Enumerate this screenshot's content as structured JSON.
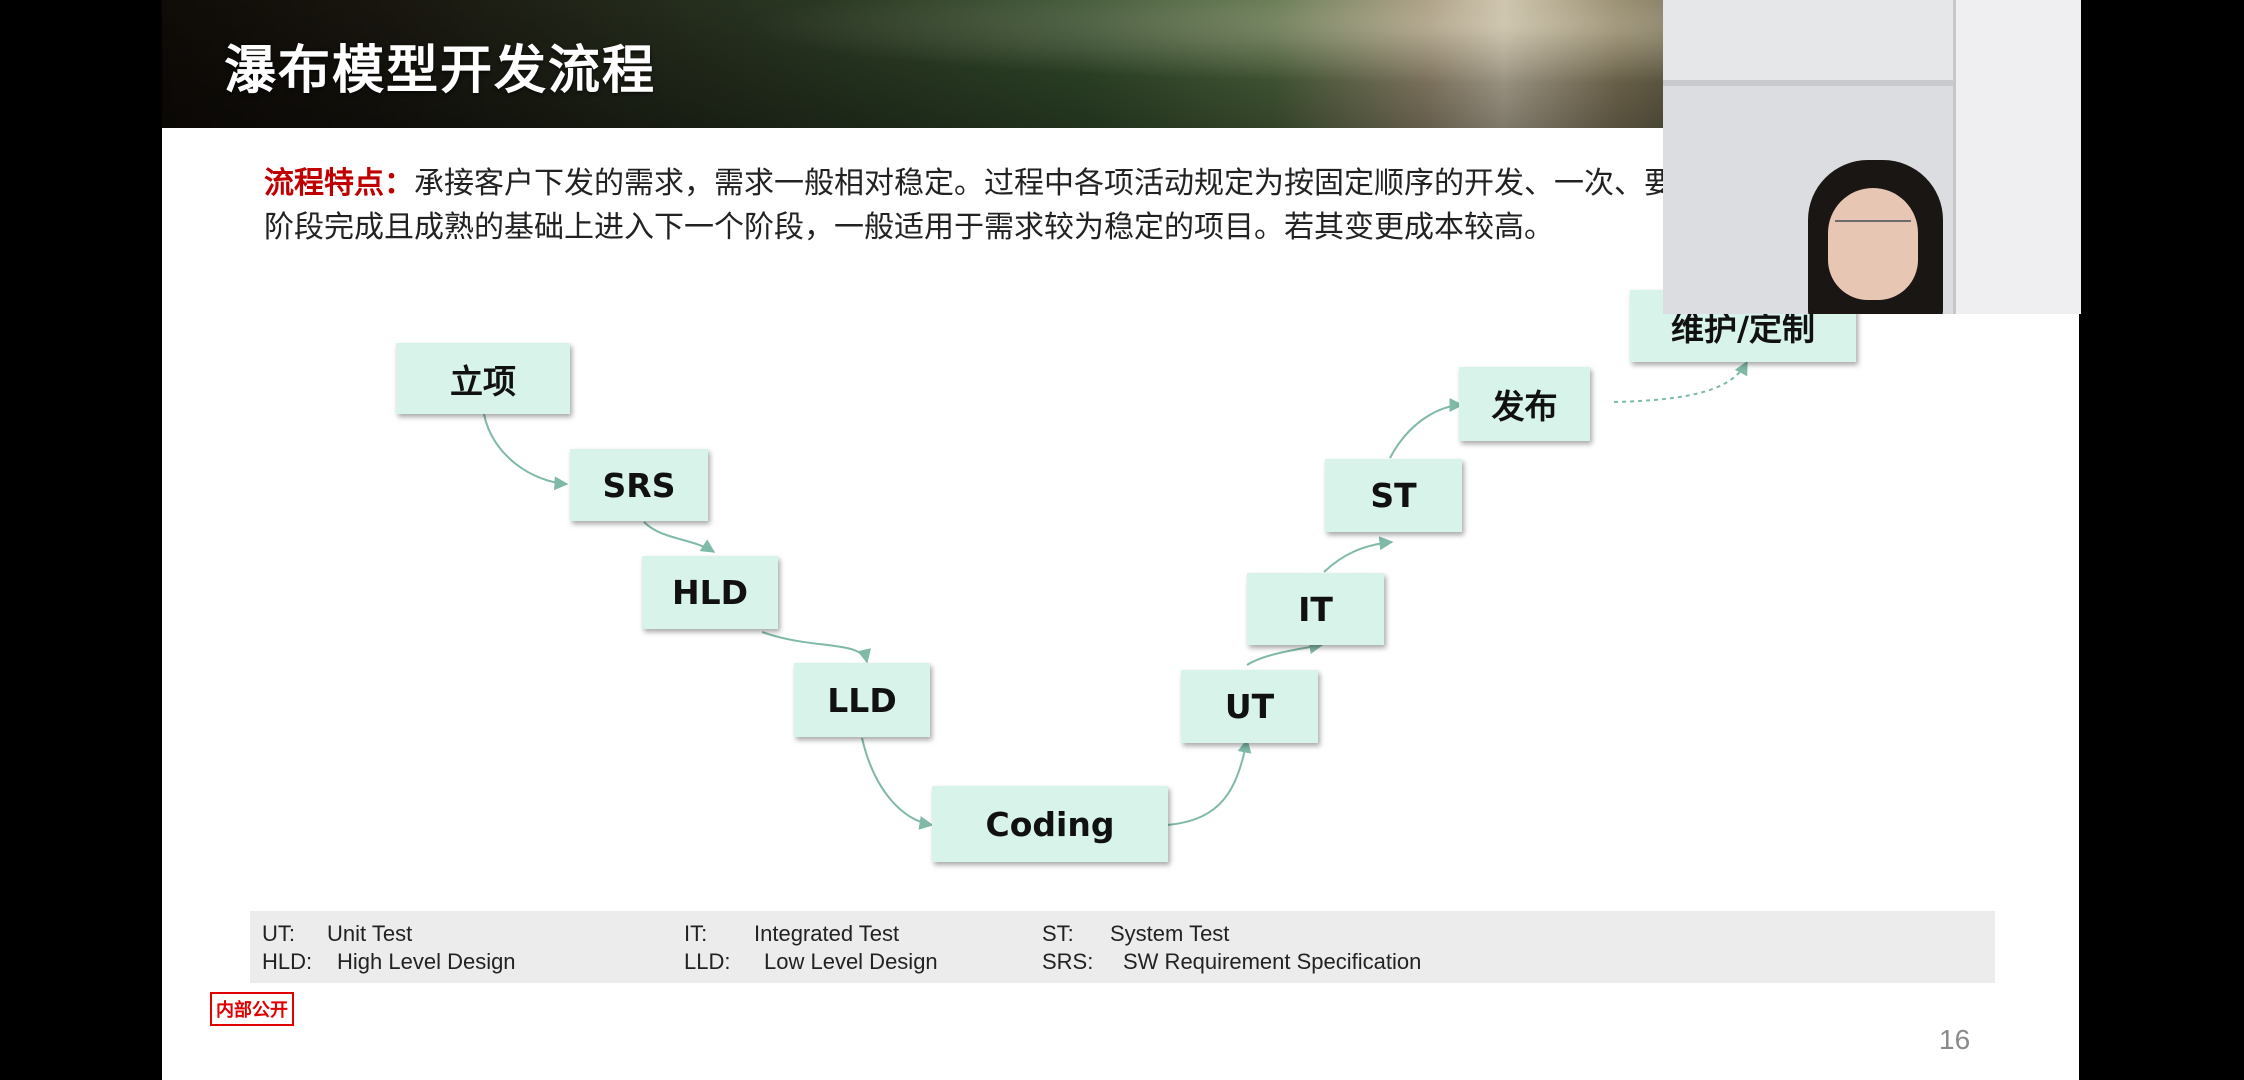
{
  "slide": {
    "title": "瀑布模型开发流程",
    "description_label": "流程特点：",
    "description_text": "承接客户下发的需求，需求一般相对稳定。过程中各项活动规定为按固定顺序的开发、一次、要求在前一个阶段完成且成熟的基础上进入下一个阶段，一般适用于需求较为稳定的项目。若其变更成本较高。",
    "page_number": "16",
    "badge": "内部公开"
  },
  "diagram": {
    "nodes": [
      "立项",
      "SRS",
      "HLD",
      "LLD",
      "Coding",
      "UT",
      "IT",
      "ST",
      "发布",
      "维护/定制"
    ]
  },
  "legend": {
    "row1": [
      {
        "abbr": "UT:",
        "full": "Unit Test"
      },
      {
        "abbr": "IT:",
        "full": "Integrated Test"
      },
      {
        "abbr": "ST:",
        "full": "System Test"
      }
    ],
    "row2": [
      {
        "abbr": "HLD:",
        "full": "High Level Design"
      },
      {
        "abbr": "LLD:",
        "full": "Low Level Design"
      },
      {
        "abbr": "SRS:",
        "full": "SW Requirement Specification"
      }
    ]
  },
  "colors": {
    "node_fill": "#d8f3ea",
    "label_red": "#c00000",
    "badge_red": "#e00000",
    "arrow": "#7fb9a8"
  },
  "video_overlay": {
    "icon": "webcam-person"
  }
}
